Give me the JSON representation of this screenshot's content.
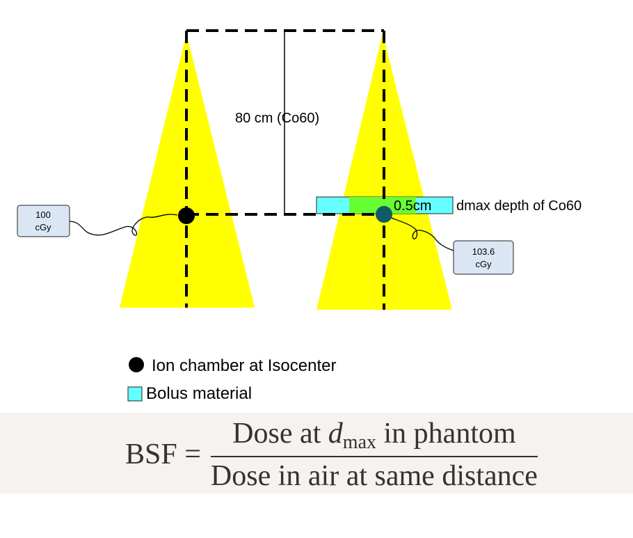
{
  "labels": {
    "distance": "80 cm (Co60)",
    "depth_value": "0.5cm",
    "depth_desc": "dmax depth of Co60"
  },
  "readings": {
    "left": {
      "value": "100",
      "unit": "cGy"
    },
    "right": {
      "value": "103.6",
      "unit": "cGy"
    }
  },
  "legend": {
    "ion_chamber": "Ion chamber at Isocenter",
    "bolus": "Bolus material"
  },
  "formula": {
    "lhs": "BSF",
    "equals": "=",
    "numerator": {
      "prefix": "Dose at ",
      "var": "d",
      "sub": "max",
      "suffix": " in phantom"
    },
    "denominator": "Dose in air at same distance"
  },
  "colors": {
    "beam": "#ffff00",
    "chamber": "#000000",
    "bolus": "#66ffff",
    "bolus_over_beam": "#66ff33",
    "chamber_in_bolus": "#0f5c66",
    "readout_fill": "#dae6f3",
    "formula_background": "#f5f2ef"
  }
}
